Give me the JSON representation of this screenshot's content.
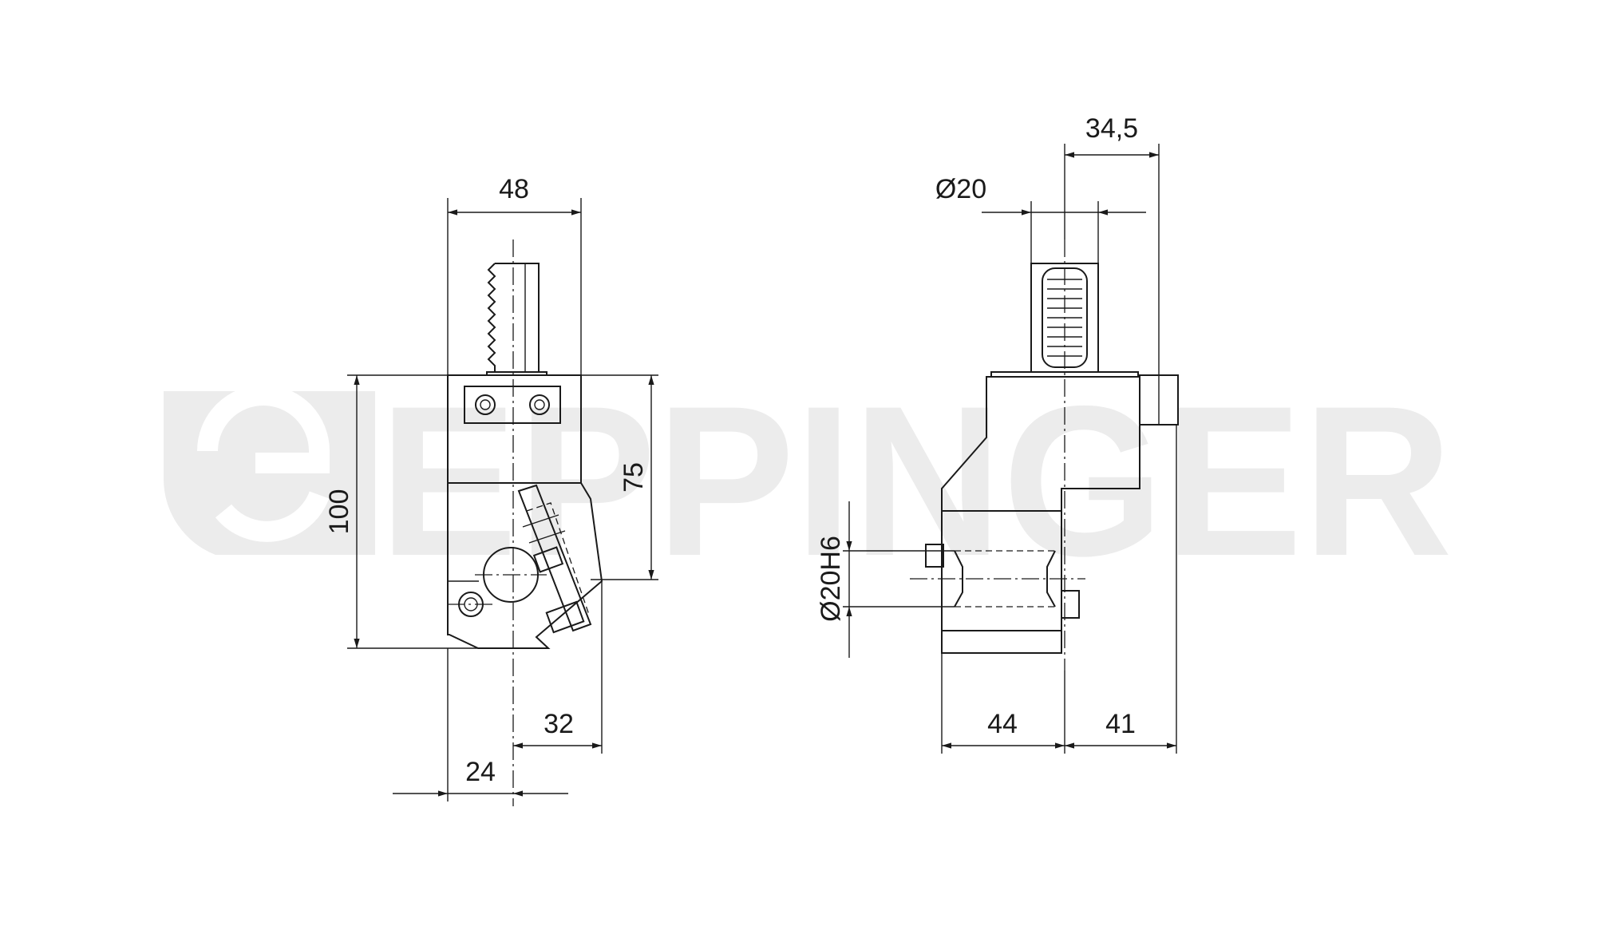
{
  "watermark": {
    "text": "EPPINGER",
    "color": "#ececec"
  },
  "line_color": "#1a1a1a",
  "front_view": {
    "dimensions": {
      "top_width": "48",
      "total_height": "100",
      "height_75": "75",
      "offset_32": "32",
      "offset_24": "24"
    }
  },
  "side_view": {
    "dimensions": {
      "overall_34_5": "34,5",
      "shank_diameter": "Ø20",
      "bore_diameter": "Ø20H6",
      "width_44": "44",
      "width_41": "41"
    }
  }
}
